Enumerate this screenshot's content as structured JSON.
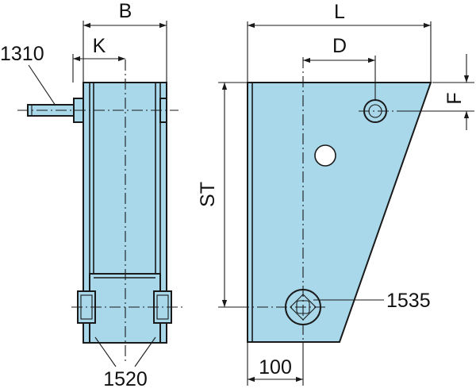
{
  "labels": {
    "b": "B",
    "k": "K",
    "l": "L",
    "d": "D",
    "f": "F",
    "st": "ST",
    "p1310": "1310",
    "p1520": "1520",
    "p1535": "1535",
    "d100": "100"
  },
  "colors": {
    "part_fill": "#a8d8ea",
    "line": "#1a1a1a"
  }
}
